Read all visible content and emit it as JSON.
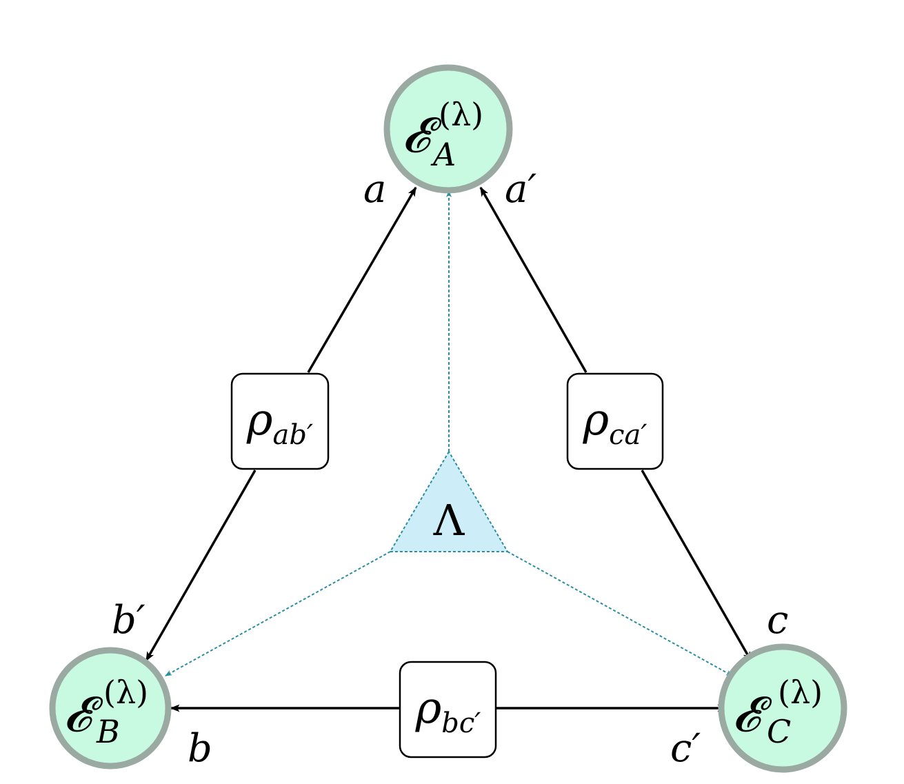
{
  "colors": {
    "node_fill": "#c8fae2",
    "node_stroke": "#9aa9a2",
    "edge": "#000000",
    "dashed": "#2a8ea1",
    "lambda_fill": "#cdeef8",
    "box_fill": "#ffffff"
  },
  "nodes": {
    "A": {
      "base": "𝓔",
      "sub": "A",
      "sup": "(λ)"
    },
    "B": {
      "base": "𝓔",
      "sub": "B",
      "sup": "(λ)"
    },
    "C": {
      "base": "𝓔",
      "sub": "C",
      "sup": "(λ)"
    }
  },
  "sources": {
    "ab": {
      "base": "ρ",
      "sub": "ab′"
    },
    "ca": {
      "base": "ρ",
      "sub": "ca′"
    },
    "bc": {
      "base": "ρ",
      "sub": "bc′"
    }
  },
  "lambda": {
    "label": "Λ"
  },
  "port_labels": {
    "a": "a",
    "a_prime": "a′",
    "b": "b",
    "b_prime": "b′",
    "c": "c",
    "c_prime": "c′"
  }
}
